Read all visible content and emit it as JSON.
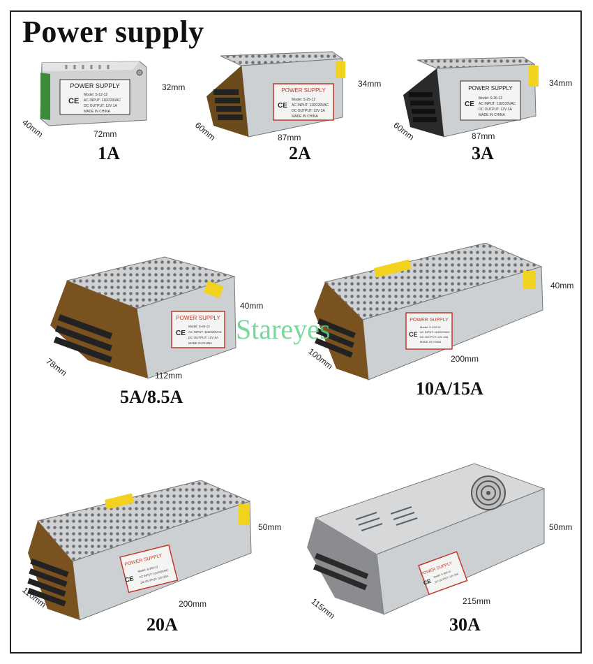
{
  "title": "Power supply",
  "watermark": "Stareyes",
  "units": [
    {
      "rating": "1A",
      "width": "72mm",
      "depth": "40mm",
      "height": "32mm",
      "model": "Model: S-12-12",
      "input": "AC INPUT: 110/220VAC",
      "output": "DC OUTPUT: 12V  1A"
    },
    {
      "rating": "2A",
      "width": "87mm",
      "depth": "60mm",
      "height": "34mm",
      "model": "Model: S-25-12",
      "input": "AC INPUT: 110/220VAC",
      "output": "DC OUTPUT: 12V  2A"
    },
    {
      "rating": "3A",
      "width": "87mm",
      "depth": "60mm",
      "height": "34mm",
      "model": "Model: S-36-12",
      "input": "AC INPUT: 110/220VAC",
      "output": "DC OUTPUT: 12V  3A"
    },
    {
      "rating": "5A/8.5A",
      "width": "112mm",
      "depth": "78mm",
      "height": "40mm",
      "model": "Model: S-60-12",
      "input": "AC INPUT: 110/220VAC",
      "output": "DC OUTPUT: 12V  5A"
    },
    {
      "rating": "10A/15A",
      "width": "200mm",
      "depth": "100mm",
      "height": "40mm",
      "model": "Model: S-120-12",
      "input": "AC INPUT: 110/220VAC",
      "output": "DC OUTPUT: 12V  10A"
    },
    {
      "rating": "20A",
      "width": "200mm",
      "depth": "110mm",
      "height": "50mm",
      "model": "Model: S-240-12",
      "input": "AC INPUT: 110/220VAC",
      "output": "DC OUTPUT: 12V  20A"
    },
    {
      "rating": "30A",
      "width": "215mm",
      "depth": "115mm",
      "height": "50mm",
      "model": "Model: S-360-12",
      "input": "AC INPUT: 110/220VAC",
      "output": "DC OUTPUT: 12V  30A"
    }
  ],
  "label_heading": "POWER SUPPLY",
  "label_origin": "MADE IN CHINA",
  "label_ce": "CE",
  "colors": {
    "metal": "#c9cbcd",
    "metal_dark": "#8f9295",
    "label_red": "#c0392b",
    "yellow": "#f1d21e",
    "terminal": "#6b4a1c",
    "watermark": "#5fd38a"
  }
}
